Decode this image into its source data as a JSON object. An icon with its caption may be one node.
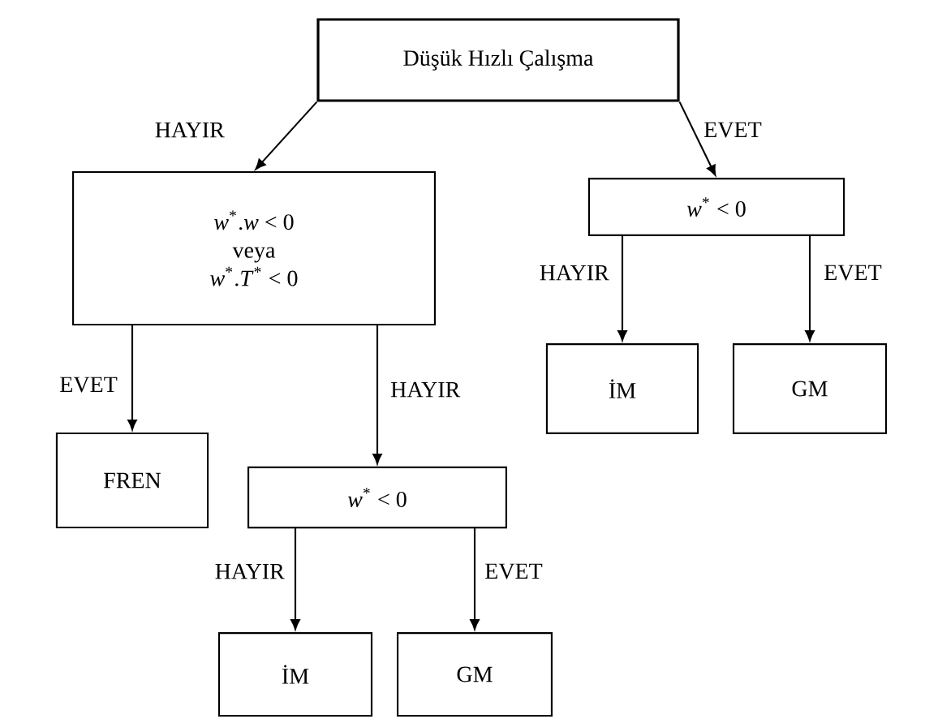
{
  "diagram": {
    "nodes": [
      {
        "text": [
          "Düşük Hızlı Çalışma"
        ]
      },
      {
        "text": [
          "*w*$^{*}$.*w* < 0",
          "veya",
          "*w*$^{*}$.*T*$^{*}$ < 0"
        ]
      },
      {
        "text": [
          "*w*$^{*}$ < 0"
        ]
      },
      {
        "text": [
          "İM"
        ]
      },
      {
        "text": [
          "GM"
        ]
      },
      {
        "text": [
          "FREN"
        ]
      },
      {
        "text": [
          "*w*$^{*}$ < 0"
        ]
      },
      {
        "text": [
          "İM"
        ]
      },
      {
        "text": [
          "GM"
        ]
      }
    ],
    "edges": [
      {
        "from": 0,
        "to": 1,
        "arrow": "to",
        "label": "HAYIR"
      },
      {
        "from": 0,
        "to": 2,
        "arrow": "to",
        "label": "EVET"
      },
      {
        "from": 2,
        "to": 3,
        "arrow": "to",
        "label": "HAYIR"
      },
      {
        "from": 2,
        "to": 4,
        "arrow": "to",
        "label": "EVET"
      },
      {
        "from": 1,
        "to": 5,
        "arrow": "to",
        "label": "EVET"
      },
      {
        "from": 1,
        "to": 6,
        "arrow": "to",
        "label": "HAYIR"
      },
      {
        "from": 6,
        "to": 7,
        "arrow": "to",
        "label": "HAYIR"
      },
      {
        "from": 6,
        "to": 8,
        "arrow": "to",
        "label": "EVET"
      }
    ]
  }
}
